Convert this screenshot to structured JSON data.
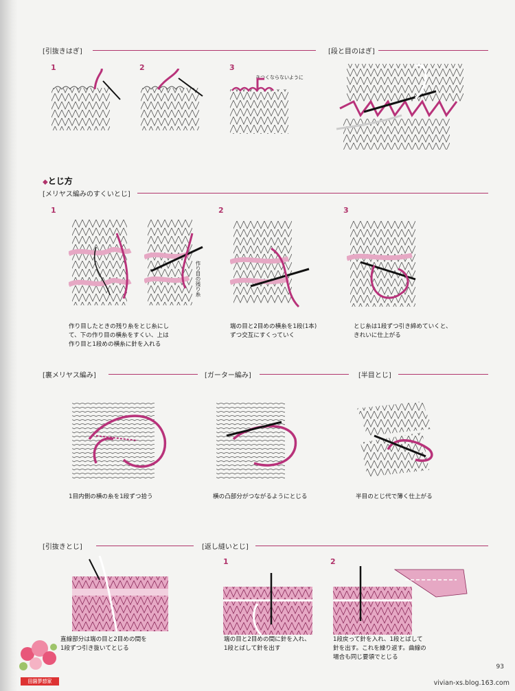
{
  "sections": {
    "hikinuki_hagi": "[引抜きはぎ]",
    "dan_to_me": "[段と目のはぎ]",
    "tojikata": "とじ方",
    "meriyasu": "[メリヤス編みのすくいとじ]",
    "ura_meriyasu": "[裏メリヤス編み]",
    "garter": "[ガーター編み]",
    "hanme": "[半目とじ]",
    "hikinuki_toji": "[引抜きとじ]",
    "kaeshi": "[返し縫いとじ]"
  },
  "numbers": {
    "n1": "1",
    "n2": "2",
    "n3": "3"
  },
  "annotations": {
    "kitsuku": "きつくならないように",
    "tsukurime": "作り目の残り糸"
  },
  "captions": {
    "meriyasu_1": [
      "作り目したときの残り糸をとじ糸にし",
      "て、下の作り目の横糸をすくい、上は",
      "作り目と1段めの横糸に針を入れる"
    ],
    "meriyasu_2": [
      "端の目と2目めの横糸を1段(1本)",
      "ずつ交互にすくっていく"
    ],
    "meriyasu_3": [
      "とじ糸は1段ずつ引き締めていくと、",
      "きれいに仕上がる"
    ],
    "ura_meriyasu": [
      "1目内側の横の糸を1段ずつ拾う"
    ],
    "garter": [
      "横の凸部分がつながるようにとじる"
    ],
    "hanme": [
      "半目のとじ代で薄く仕上がる"
    ],
    "hikinuki_toji": [
      "直線部分は端の目と2目めの間を",
      "1段ずつ引き抜いてとじる"
    ],
    "kaeshi_1": [
      "端の目と2目めの間に針を入れ、",
      "1段とばして針を出す"
    ],
    "kaeshi_2": [
      "1段戻って針を入れ、1段とばして",
      "針を出す。これを繰り返す。曲線の",
      "場合も同じ要領でとじる"
    ]
  },
  "page_number": "93",
  "watermark": "vivian-xs.blog.163.com",
  "logo_text": "田園夢想家",
  "colors": {
    "accent": "#b0336b",
    "yarn": "#b8327a",
    "knit_fill": "#e6a8c4"
  }
}
